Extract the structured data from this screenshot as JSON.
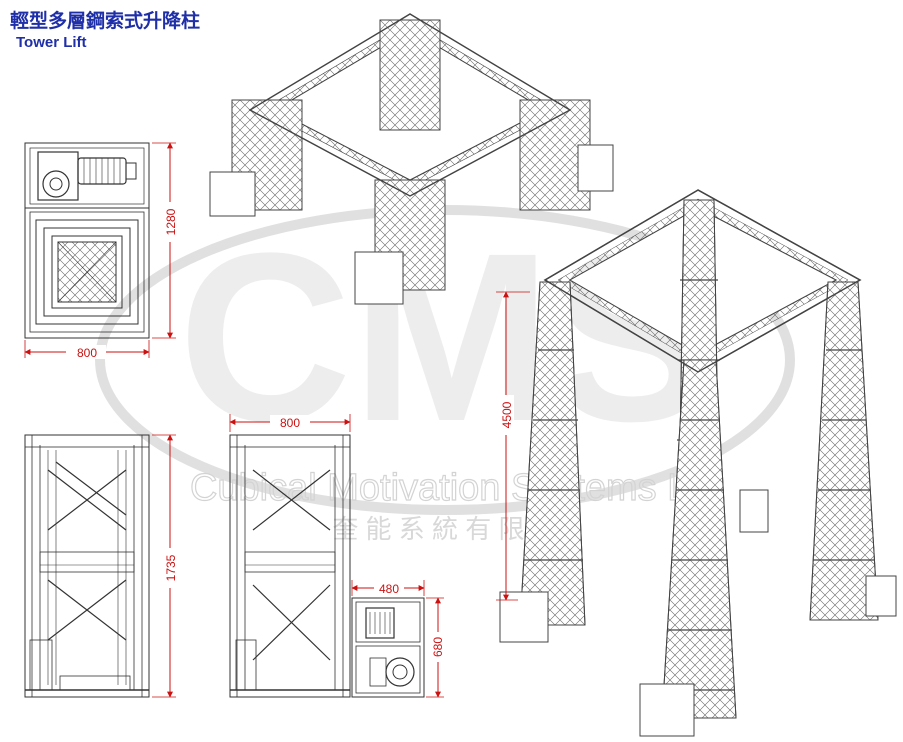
{
  "header": {
    "title": "輕型多層鋼索式升降柱",
    "subtitle": "Tower Lift"
  },
  "dimensions": {
    "top_view_width": "800",
    "top_view_height": "1280",
    "front_view_height": "1735",
    "side_view_width": "800",
    "motor_box_width": "480",
    "motor_box_height": "680",
    "extended_height": "4500"
  },
  "watermark": {
    "logo": "CMS",
    "company_en": "Cubical Motivation Systems Ltd",
    "company_zh": "奎 能 系 統 有 限 公"
  },
  "colors": {
    "title": "#1f2fa8",
    "dimension": "#cc1111",
    "line": "#333333",
    "watermark": "#cfcfcf"
  }
}
